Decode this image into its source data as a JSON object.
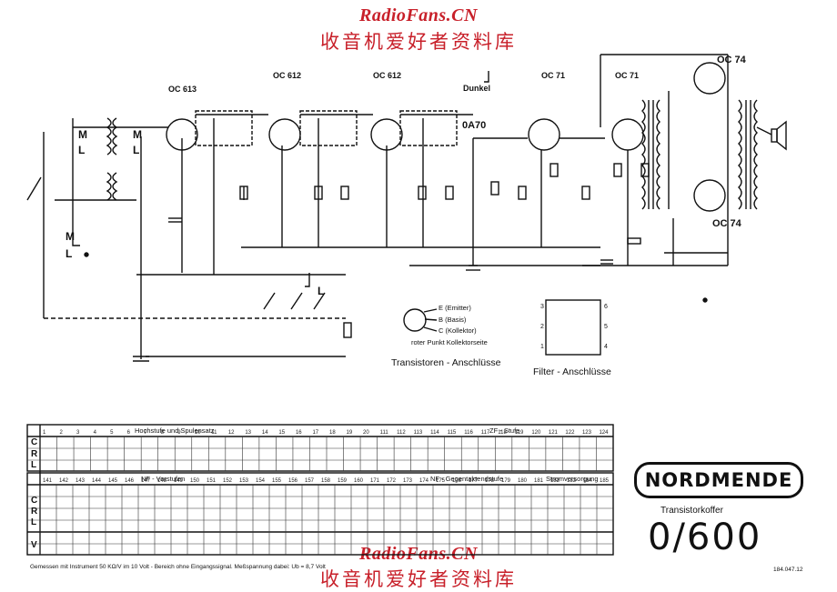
{
  "watermark": {
    "brand": "RadioFans.CN",
    "chinese": "收音机爱好者资料库"
  },
  "transistors": [
    "OC 613",
    "OC 612",
    "OC 612",
    "OC 71",
    "OC 71",
    "OC 74",
    "OC 74"
  ],
  "diode": "0A70",
  "switch_label": "Dunkel",
  "switch_letters": [
    "M",
    "L",
    "M",
    "L",
    "M",
    "L",
    "L"
  ],
  "pinout": {
    "pins": [
      "E (Emitter)",
      "B (Basis)",
      "C (Kollektor)"
    ],
    "note": "roter Punkt Kollektorseite",
    "caption": "Transistoren - Anschlüsse"
  },
  "filter": {
    "caption": "Filter - Anschlüsse",
    "left_pins": [
      "3",
      "2",
      "1"
    ],
    "right_pins": [
      "6",
      "5",
      "4"
    ]
  },
  "table": {
    "sections": [
      "Hochstufe und Spulensatz",
      "ZF - Stufe",
      "NF - Vorstufen",
      "NF - Gegentaktendstufe",
      "Stromversorgung"
    ],
    "rows_top": [
      "C",
      "R",
      "L"
    ],
    "rows_bottom": [
      "C",
      "R",
      "L",
      "V"
    ],
    "cols_top": [
      "1",
      "2",
      "3",
      "4",
      "5",
      "6",
      "7",
      "8",
      "9",
      "10",
      "11",
      "12",
      "13",
      "14",
      "15",
      "16",
      "17",
      "18",
      "19",
      "20",
      "111",
      "112",
      "113",
      "114",
      "115",
      "116",
      "117",
      "118",
      "119",
      "120",
      "121",
      "122",
      "123",
      "124"
    ],
    "cols_bottom": [
      "141",
      "142",
      "143",
      "144",
      "145",
      "146",
      "147",
      "148",
      "149",
      "150",
      "151",
      "152",
      "153",
      "154",
      "155",
      "156",
      "157",
      "158",
      "159",
      "160",
      "171",
      "172",
      "173",
      "174",
      "175",
      "176",
      "177",
      "178",
      "179",
      "180",
      "181",
      "182",
      "183",
      "184",
      "185"
    ],
    "footnote": "Gemessen mit Instrument  50 KΩ/V  im 10 Volt - Bereich ohne Eingangssignal.  Meßspannung dabei:  Ub = 8,7 Volt"
  },
  "brand": {
    "logo": "NORDMENDE",
    "subtitle": "Transistorkoffer",
    "model": "0/600",
    "doc_no": "184.047.12"
  }
}
